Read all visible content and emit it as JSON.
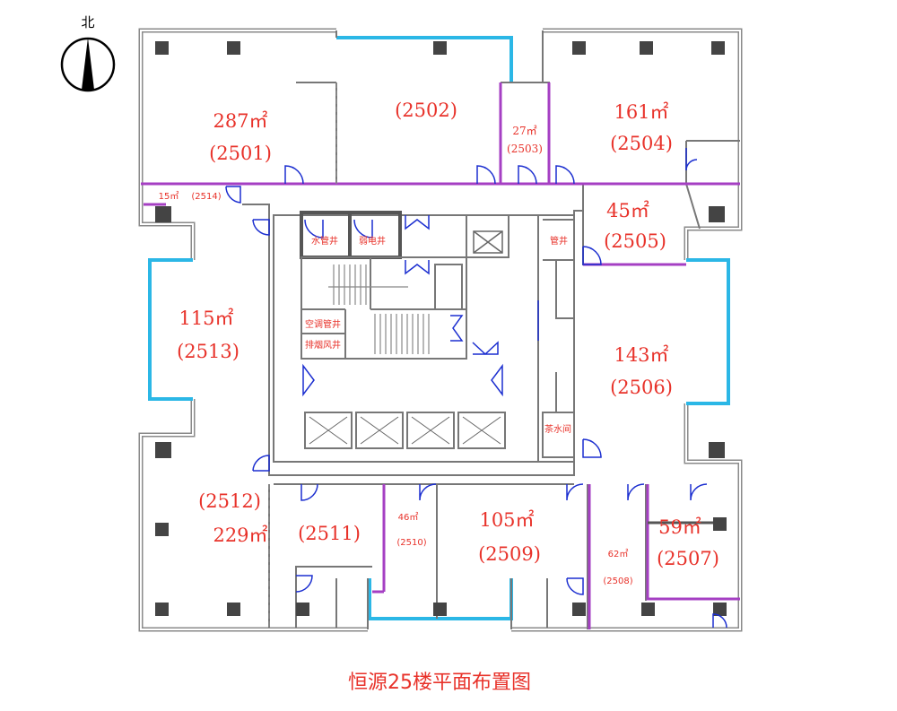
{
  "compass": {
    "label": "北"
  },
  "title": "恒源25楼平面布置图",
  "units": [
    {
      "id": "2501",
      "area": "287㎡",
      "code": "(2501)"
    },
    {
      "id": "2502",
      "area": "",
      "code": "(2502)"
    },
    {
      "id": "2503",
      "area": "27㎡",
      "code": "(2503)"
    },
    {
      "id": "2504",
      "area": "161㎡",
      "code": "(2504)"
    },
    {
      "id": "2505",
      "area": "45㎡",
      "code": "(2505)"
    },
    {
      "id": "2506",
      "area": "143㎡",
      "code": "(2506)"
    },
    {
      "id": "2507",
      "area": "59㎡",
      "code": "(2507)"
    },
    {
      "id": "2508",
      "area": "62㎡",
      "code": "(2508)"
    },
    {
      "id": "2509",
      "area": "105㎡",
      "code": "(2509)"
    },
    {
      "id": "2510",
      "area": "46㎡",
      "code": "(2510)"
    },
    {
      "id": "2511",
      "area": "",
      "code": "(2511)"
    },
    {
      "id": "2512",
      "area": "229㎡",
      "code": "(2512)"
    },
    {
      "id": "2513",
      "area": "115㎡",
      "code": "(2513)"
    },
    {
      "id": "2514",
      "area": "15㎡",
      "code": "(2514)"
    }
  ],
  "core_rooms": {
    "water_shaft": "水管井",
    "weak_power_shaft": "弱电井",
    "ac_shaft": "空调管井",
    "smoke_shaft": "排烟风井",
    "pipe_shaft": "管井",
    "tea_room": "茶水间"
  },
  "colors": {
    "label": "#e8322a",
    "glass": "#2bb7e6",
    "partition": "#a53fc3",
    "door": "#1c2fd0"
  }
}
